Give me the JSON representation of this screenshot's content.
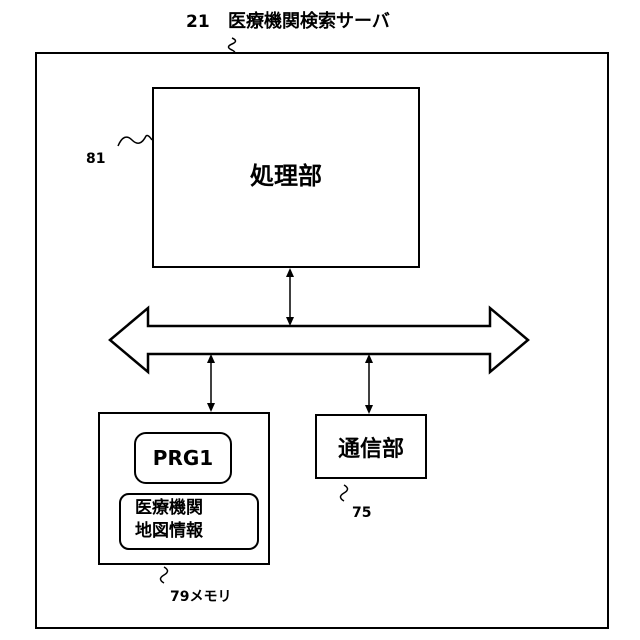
{
  "server": {
    "number": "21",
    "label": "医療機関検索サーバ"
  },
  "processing_unit": {
    "label": "処理部",
    "ref": "81"
  },
  "communication_unit": {
    "label": "通信部",
    "ref": "75"
  },
  "memory": {
    "ref_label": "79メモリ",
    "program": "PRG1",
    "info_line1": "医療機関",
    "info_line2": "地図情報"
  }
}
